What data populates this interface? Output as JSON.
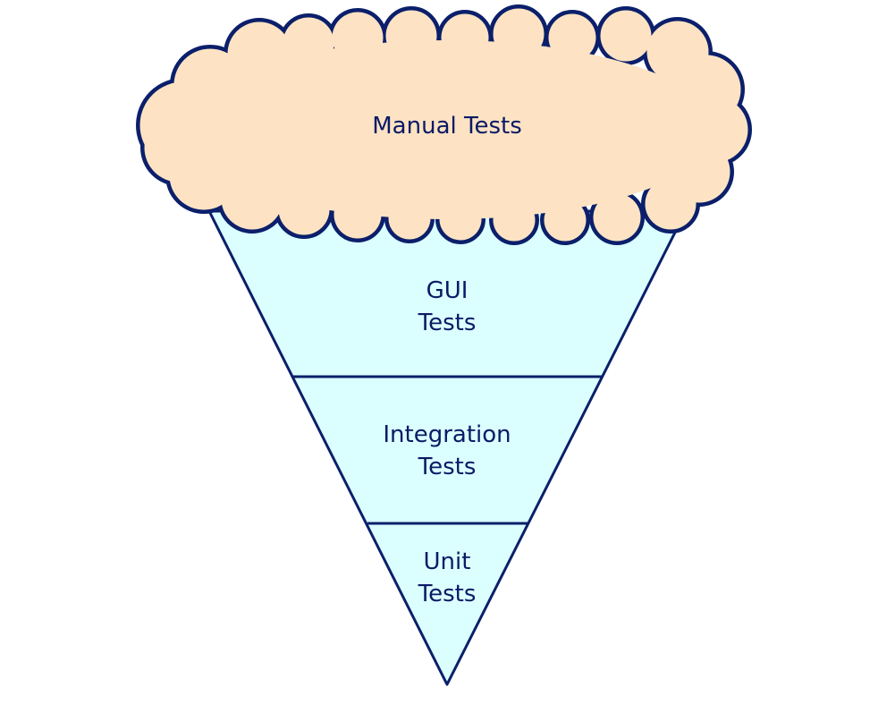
{
  "colors": {
    "stroke": "#0b1f6b",
    "cloud_fill": "#fde3c3",
    "funnel_fill": "#dbffff",
    "text": "#0b1a66"
  },
  "cloud": {
    "label": "Manual Tests"
  },
  "layers": [
    {
      "line1": "GUI",
      "line2": "Tests"
    },
    {
      "line1": "Integration",
      "line2": "Tests"
    },
    {
      "line1": "Unit",
      "line2": "Tests"
    }
  ]
}
